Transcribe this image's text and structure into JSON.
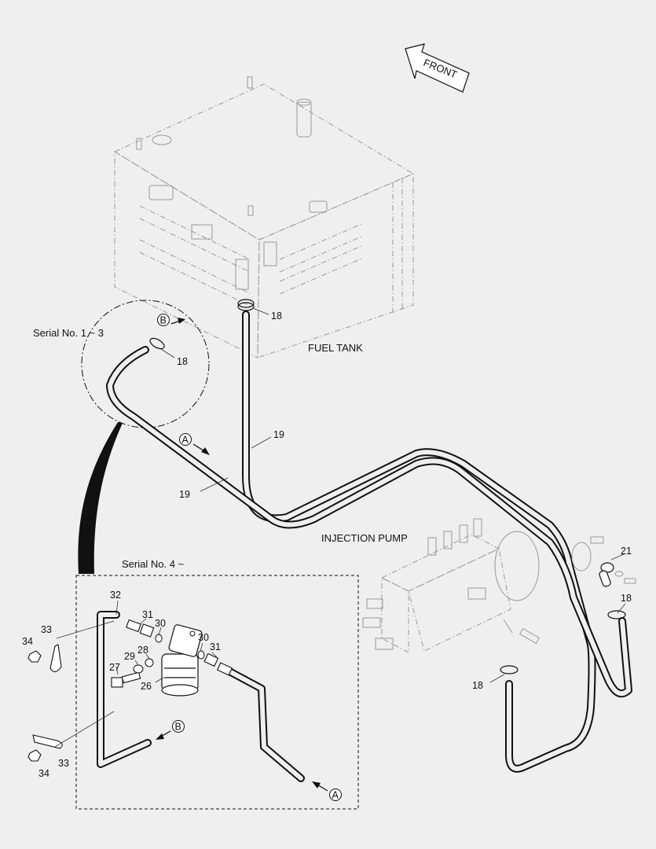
{
  "labels": {
    "front": "FRONT",
    "fuel_tank": "FUEL TANK",
    "injection_pump": "INJECTION PUMP",
    "serial_1_3": "Serial No. 1 ~ 3",
    "serial_4": "Serial No. 4 ~"
  },
  "markers": {
    "a": "A",
    "b": "B"
  },
  "parts": {
    "p18": "18",
    "p19": "19",
    "p21": "21",
    "p26": "26",
    "p27": "27",
    "p28": "28",
    "p29": "29",
    "p30": "30",
    "p31": "31",
    "p32": "32",
    "p33": "33",
    "p34": "34"
  }
}
